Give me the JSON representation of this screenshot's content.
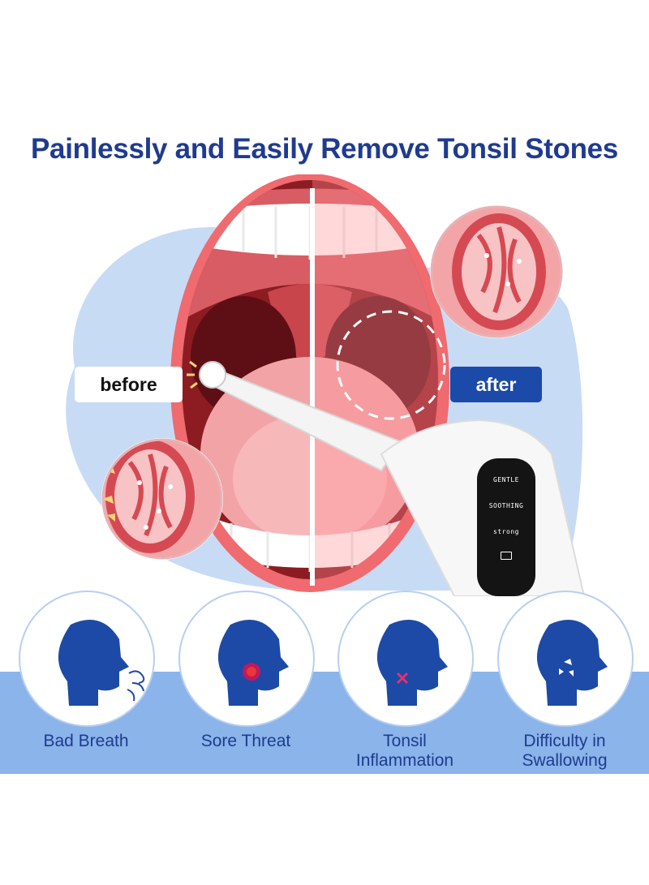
{
  "headline": "Painlessly and Easily Remove Tonsil Stones",
  "labels": {
    "before": "before",
    "after": "after"
  },
  "device": {
    "modes": [
      "GENTLE",
      "SOOTHING",
      "strong"
    ],
    "battery_icon": "battery-icon"
  },
  "symptoms": [
    {
      "label": "Bad Breath",
      "icon": "head-breath-icon"
    },
    {
      "label": "Sore Threat",
      "icon": "head-sore-throat-icon"
    },
    {
      "label_line1": "Tonsil",
      "label_line2": "Inflammation",
      "icon": "head-tonsil-inflammation-icon"
    },
    {
      "label_line1": "Difficulty in",
      "label_line2": "Swallowing",
      "icon": "head-swallowing-icon"
    }
  ],
  "colors": {
    "headline": "#1f3b8f",
    "after_tag": "#1c4aa8",
    "band": "#8ab4ea",
    "head": "#1d4aa6"
  }
}
